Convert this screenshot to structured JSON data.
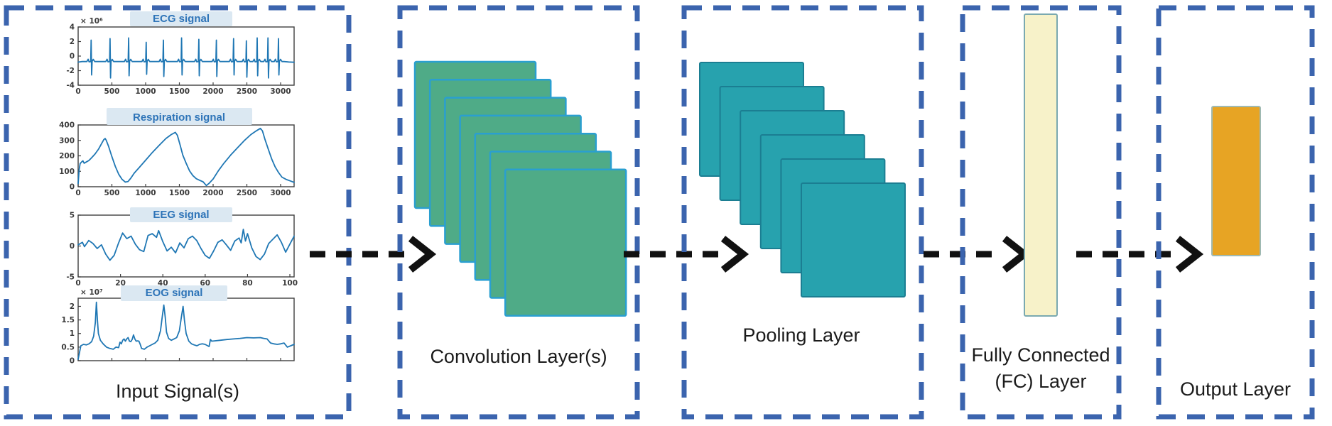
{
  "diagram": {
    "panels": [
      {
        "id": "input",
        "label": "Input Signal(s)"
      },
      {
        "id": "conv",
        "label": "Convolution Layer(s)",
        "feature_maps": 7
      },
      {
        "id": "pool",
        "label": "Pooling Layer",
        "feature_maps": 6
      },
      {
        "id": "fc",
        "label_line1": "Fully Connected",
        "label_line2": "(FC) Layer"
      },
      {
        "id": "output",
        "label": "Output Layer"
      }
    ],
    "colors": {
      "panel_border": "#3b64ae",
      "arrow": "#111111",
      "conv_fill": "#4fab87",
      "conv_border": "#2a9fd0",
      "pool_fill": "#27a2ae",
      "pool_border": "#1b7e92",
      "fc_fill": "#f7f2c9",
      "fc_border": "#7aa9b0",
      "output_fill": "#e7a424",
      "output_border": "#9fb9b2",
      "signal_line": "#1f77b4",
      "plot_title_text": "#2e74b8",
      "plot_title_bg": "#dbe8f2"
    }
  },
  "chart_data": [
    {
      "type": "line",
      "title": "ECG signal",
      "exponent": "× 10⁶",
      "xlim": [
        0,
        3200
      ],
      "ylim": [
        -4,
        4
      ],
      "xticks": [
        0,
        500,
        1000,
        1500,
        2000,
        2500,
        3000
      ],
      "yticks": [
        4,
        2,
        0,
        -2,
        -4
      ],
      "xtick_labels_shown": true,
      "waveform": "ecg",
      "baseline": -0.75,
      "beats": [
        200,
        480,
        755,
        1015,
        1270,
        1540,
        1795,
        2055,
        2310,
        2500,
        2660,
        2820,
        2975
      ],
      "beat_heights": [
        2.2,
        2.4,
        2.5,
        1.9,
        2.2,
        2.5,
        2.3,
        2.2,
        2.4,
        2.1,
        2.5,
        2.5,
        2.4
      ],
      "beat_lows": [
        -2.6,
        -3.0,
        -2.7,
        -2.5,
        -2.8,
        -2.6,
        -2.7,
        -2.8,
        -2.6,
        -2.9,
        -2.7,
        -3.0,
        -2.6
      ]
    },
    {
      "type": "line",
      "title": "Respiration signal",
      "xlim": [
        0,
        3200
      ],
      "ylim": [
        0,
        400
      ],
      "xticks": [
        0,
        500,
        1000,
        1500,
        2000,
        2500,
        3000
      ],
      "yticks": [
        400,
        300,
        200,
        100,
        0
      ],
      "xtick_labels_shown": true,
      "waveform": "points",
      "points": [
        [
          0,
          20
        ],
        [
          15,
          110
        ],
        [
          30,
          150
        ],
        [
          50,
          160
        ],
        [
          70,
          168
        ],
        [
          90,
          152
        ],
        [
          120,
          160
        ],
        [
          160,
          170
        ],
        [
          200,
          188
        ],
        [
          250,
          212
        ],
        [
          300,
          242
        ],
        [
          350,
          282
        ],
        [
          380,
          305
        ],
        [
          400,
          312
        ],
        [
          415,
          302
        ],
        [
          450,
          262
        ],
        [
          500,
          195
        ],
        [
          550,
          132
        ],
        [
          600,
          82
        ],
        [
          650,
          48
        ],
        [
          700,
          30
        ],
        [
          740,
          34
        ],
        [
          780,
          55
        ],
        [
          830,
          88
        ],
        [
          900,
          122
        ],
        [
          1000,
          172
        ],
        [
          1100,
          222
        ],
        [
          1200,
          268
        ],
        [
          1300,
          312
        ],
        [
          1380,
          338
        ],
        [
          1440,
          352
        ],
        [
          1470,
          333
        ],
        [
          1510,
          272
        ],
        [
          1550,
          205
        ],
        [
          1600,
          152
        ],
        [
          1650,
          103
        ],
        [
          1700,
          72
        ],
        [
          1750,
          52
        ],
        [
          1800,
          42
        ],
        [
          1850,
          32
        ],
        [
          1900,
          8
        ],
        [
          1940,
          22
        ],
        [
          2000,
          50
        ],
        [
          2080,
          105
        ],
        [
          2160,
          152
        ],
        [
          2260,
          205
        ],
        [
          2360,
          252
        ],
        [
          2460,
          298
        ],
        [
          2560,
          338
        ],
        [
          2640,
          362
        ],
        [
          2700,
          378
        ],
        [
          2730,
          362
        ],
        [
          2770,
          305
        ],
        [
          2820,
          240
        ],
        [
          2870,
          178
        ],
        [
          2920,
          128
        ],
        [
          2970,
          92
        ],
        [
          3020,
          62
        ],
        [
          3080,
          48
        ],
        [
          3140,
          38
        ],
        [
          3200,
          28
        ]
      ]
    },
    {
      "type": "line",
      "title": "EEG signal",
      "xlim": [
        0,
        102
      ],
      "ylim": [
        -5,
        5
      ],
      "xticks": [
        0,
        20,
        40,
        60,
        80,
        100
      ],
      "yticks": [
        5,
        0,
        -5
      ],
      "xtick_labels_shown": true,
      "waveform": "points",
      "points": [
        [
          0,
          0.2
        ],
        [
          2,
          0.6
        ],
        [
          3,
          -0.1
        ],
        [
          5,
          0.9
        ],
        [
          7,
          0.4
        ],
        [
          9,
          -0.4
        ],
        [
          11,
          0.2
        ],
        [
          13,
          -1.3
        ],
        [
          15,
          -2.3
        ],
        [
          17,
          -1.5
        ],
        [
          19,
          0.4
        ],
        [
          21,
          2.1
        ],
        [
          23,
          1.2
        ],
        [
          25,
          1.6
        ],
        [
          27,
          0.3
        ],
        [
          29,
          -0.6
        ],
        [
          31,
          -0.9
        ],
        [
          33,
          1.7
        ],
        [
          35,
          2.0
        ],
        [
          37,
          1.4
        ],
        [
          38,
          2.5
        ],
        [
          40,
          0.7
        ],
        [
          42,
          -0.8
        ],
        [
          44,
          -0.2
        ],
        [
          46,
          -1.1
        ],
        [
          48,
          0.5
        ],
        [
          50,
          -0.3
        ],
        [
          52,
          1.2
        ],
        [
          54,
          1.6
        ],
        [
          56,
          0.9
        ],
        [
          58,
          -0.4
        ],
        [
          60,
          -1.5
        ],
        [
          62,
          -2.0
        ],
        [
          64,
          -0.8
        ],
        [
          66,
          0.6
        ],
        [
          68,
          1.0
        ],
        [
          70,
          0.2
        ],
        [
          72,
          -0.7
        ],
        [
          74,
          0.8
        ],
        [
          76,
          1.3
        ],
        [
          77,
          0.5
        ],
        [
          78,
          2.7
        ],
        [
          79,
          0.8
        ],
        [
          80,
          2.0
        ],
        [
          82,
          -0.3
        ],
        [
          84,
          -1.7
        ],
        [
          86,
          -2.2
        ],
        [
          88,
          -1.3
        ],
        [
          90,
          0.4
        ],
        [
          92,
          1.1
        ],
        [
          94,
          1.8
        ],
        [
          96,
          0.6
        ],
        [
          98,
          -1.0
        ],
        [
          100,
          0.3
        ],
        [
          102,
          1.6
        ]
      ]
    },
    {
      "type": "line",
      "title": "EOG signal",
      "exponent": "× 10⁷",
      "xlim": [
        0,
        3200
      ],
      "ylim": [
        0,
        2.3
      ],
      "xticks": [
        0,
        500,
        1000,
        1500,
        2000,
        2500,
        3000
      ],
      "yticks": [
        2,
        1.5,
        1,
        0.5,
        0
      ],
      "xtick_labels_shown": false,
      "waveform": "points",
      "points": [
        [
          0,
          0.05
        ],
        [
          40,
          0.55
        ],
        [
          80,
          0.6
        ],
        [
          120,
          0.58
        ],
        [
          160,
          0.62
        ],
        [
          200,
          0.7
        ],
        [
          230,
          0.9
        ],
        [
          255,
          1.4
        ],
        [
          270,
          2.15
        ],
        [
          285,
          1.5
        ],
        [
          300,
          1.0
        ],
        [
          330,
          0.75
        ],
        [
          370,
          0.62
        ],
        [
          420,
          0.5
        ],
        [
          470,
          0.45
        ],
        [
          520,
          0.42
        ],
        [
          560,
          0.5
        ],
        [
          600,
          0.48
        ],
        [
          620,
          0.68
        ],
        [
          640,
          0.62
        ],
        [
          660,
          0.75
        ],
        [
          680,
          0.8
        ],
        [
          700,
          0.72
        ],
        [
          720,
          0.8
        ],
        [
          740,
          0.85
        ],
        [
          760,
          0.72
        ],
        [
          780,
          0.7
        ],
        [
          800,
          0.78
        ],
        [
          820,
          0.95
        ],
        [
          840,
          0.8
        ],
        [
          860,
          0.72
        ],
        [
          880,
          0.73
        ],
        [
          900,
          0.72
        ],
        [
          920,
          0.6
        ],
        [
          940,
          0.45
        ],
        [
          980,
          0.42
        ],
        [
          1020,
          0.5
        ],
        [
          1060,
          0.55
        ],
        [
          1100,
          0.6
        ],
        [
          1140,
          0.65
        ],
        [
          1180,
          0.75
        ],
        [
          1220,
          1.1
        ],
        [
          1250,
          1.7
        ],
        [
          1270,
          2.05
        ],
        [
          1290,
          1.6
        ],
        [
          1310,
          1.05
        ],
        [
          1340,
          0.82
        ],
        [
          1380,
          0.75
        ],
        [
          1420,
          0.8
        ],
        [
          1460,
          0.85
        ],
        [
          1500,
          1.1
        ],
        [
          1530,
          1.6
        ],
        [
          1555,
          2.0
        ],
        [
          1575,
          1.5
        ],
        [
          1600,
          1.0
        ],
        [
          1640,
          0.72
        ],
        [
          1680,
          0.62
        ],
        [
          1720,
          0.58
        ],
        [
          1760,
          0.55
        ],
        [
          1800,
          0.6
        ],
        [
          1840,
          0.62
        ],
        [
          1880,
          0.6
        ],
        [
          1920,
          0.55
        ],
        [
          1940,
          0.52
        ],
        [
          1960,
          0.78
        ],
        [
          1980,
          0.72
        ],
        [
          2020,
          0.73
        ],
        [
          2100,
          0.75
        ],
        [
          2200,
          0.78
        ],
        [
          2300,
          0.8
        ],
        [
          2400,
          0.82
        ],
        [
          2500,
          0.85
        ],
        [
          2600,
          0.84
        ],
        [
          2700,
          0.85
        ],
        [
          2750,
          0.82
        ],
        [
          2800,
          0.8
        ],
        [
          2850,
          0.65
        ],
        [
          2900,
          0.62
        ],
        [
          2950,
          0.6
        ],
        [
          3000,
          0.62
        ],
        [
          3050,
          0.65
        ],
        [
          3100,
          0.5
        ],
        [
          3150,
          0.55
        ],
        [
          3200,
          0.6
        ]
      ]
    }
  ]
}
